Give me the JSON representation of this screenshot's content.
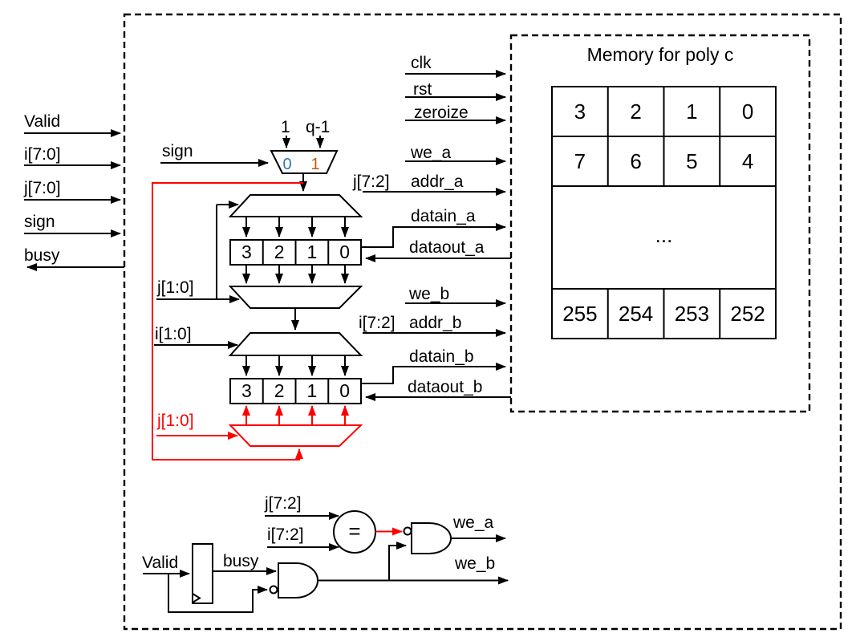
{
  "colors": {
    "line": "#000000",
    "accent_red": "#ff0000",
    "mux_zero_blue": "#2e74b5",
    "mux_one_orange": "#c55a11"
  },
  "external": {
    "valid": "Valid",
    "i_bus": "i[7:0]",
    "j_bus": "j[7:0]",
    "sign": "sign",
    "busy": "busy"
  },
  "sign_mux": {
    "sel_label": "sign",
    "in_left": "1",
    "in_right": "q-1",
    "port0": "0",
    "port1": "1"
  },
  "buffer_a": {
    "write_select": "j[1:0]",
    "cells": [
      "3",
      "2",
      "1",
      "0"
    ]
  },
  "buffer_b": {
    "write_select": "i[1:0]",
    "cells": [
      "3",
      "2",
      "1",
      "0"
    ],
    "red_select": "j[1:0]"
  },
  "memory": {
    "title": "Memory for poly c",
    "grid": [
      [
        "3",
        "2",
        "1",
        "0"
      ],
      [
        "7",
        "6",
        "5",
        "4"
      ]
    ],
    "ellipsis": "...",
    "last": [
      "255",
      "254",
      "253",
      "252"
    ]
  },
  "port_a": {
    "clk": "clk",
    "rst": "rst",
    "zeroize": "zeroize",
    "we": "we_a",
    "addr_bus": "j[7:2]",
    "addr": "addr_a",
    "datain": "datain_a",
    "dataout": "dataout_a"
  },
  "port_b": {
    "we": "we_b",
    "addr_bus": "i[7:2]",
    "addr": "addr_b",
    "datain": "datain_b",
    "dataout": "dataout_b"
  },
  "control": {
    "valid": "Valid",
    "busy": "busy",
    "j_bus": "j[7:2]",
    "i_bus": "i[7:2]",
    "eq": "=",
    "we_a": "we_a",
    "we_b": "we_b"
  }
}
